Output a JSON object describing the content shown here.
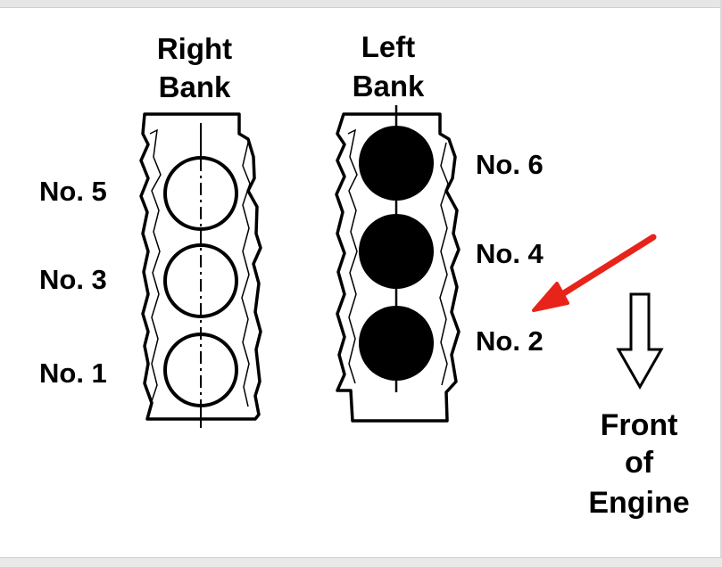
{
  "banks": {
    "right": {
      "title_line1": "Right",
      "title_line2": "Bank",
      "cylinders": [
        {
          "label": "No. 5",
          "fill": "open"
        },
        {
          "label": "No. 3",
          "fill": "open"
        },
        {
          "label": "No. 1",
          "fill": "open"
        }
      ]
    },
    "left": {
      "title_line1": "Left",
      "title_line2": "Bank",
      "cylinders": [
        {
          "label": "No. 6",
          "fill": "solid"
        },
        {
          "label": "No. 4",
          "fill": "solid"
        },
        {
          "label": "No. 2",
          "fill": "solid"
        }
      ]
    }
  },
  "front": {
    "line1": "Front",
    "line2": "of",
    "line3": "Engine"
  },
  "colors": {
    "ink": "#000000",
    "pointer": "#e8231a",
    "background": "#ffffff"
  },
  "pointer_target": "No. 2"
}
